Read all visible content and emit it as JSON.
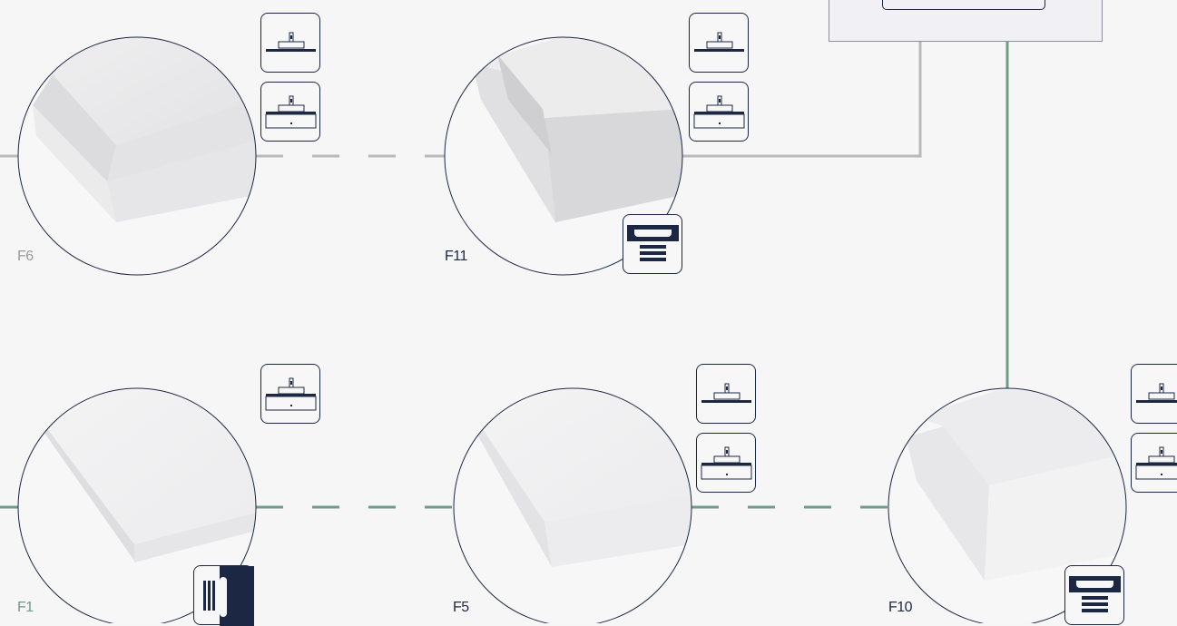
{
  "colors": {
    "background": "#f6f6f7",
    "navy": "#1c2743",
    "gray_line": "#b9b9b9",
    "green_line": "#6f9c86",
    "gray_label": "#9a9a9a",
    "green_label": "#6f9c86",
    "dark_label": "#1c2743"
  },
  "nodes": [
    {
      "id": "F6",
      "label": "F6",
      "label_tone": "gray",
      "corner": "chamfered"
    },
    {
      "id": "F11",
      "label": "F11",
      "label_tone": "dark",
      "corner": "chamfered"
    },
    {
      "id": "F1",
      "label": "F1",
      "label_tone": "green",
      "corner": "chamfered"
    },
    {
      "id": "F5",
      "label": "F5",
      "label_tone": "dark",
      "corner": "chamfered"
    },
    {
      "id": "F10",
      "label": "F10",
      "label_tone": "dark",
      "corner": "chamfered"
    }
  ],
  "connections": [
    {
      "from": "left-edge",
      "to": "F6",
      "style": "solid",
      "tone": "gray"
    },
    {
      "from": "F6",
      "to": "F11",
      "style": "dashed",
      "tone": "gray"
    },
    {
      "from": "F11",
      "to": "panel",
      "style": "solid",
      "tone": "gray"
    },
    {
      "from": "panel",
      "to": "F10",
      "style": "solid",
      "tone": "green"
    },
    {
      "from": "left-edge",
      "to": "F1",
      "style": "solid",
      "tone": "green"
    },
    {
      "from": "F1",
      "to": "F5",
      "style": "dashed",
      "tone": "green"
    },
    {
      "from": "F5",
      "to": "F10",
      "style": "dashed",
      "tone": "green"
    }
  ],
  "icons": [
    "mount-flat-icon",
    "mount-box-icon",
    "handle-slot-icon",
    "grooved-edge-icon"
  ]
}
